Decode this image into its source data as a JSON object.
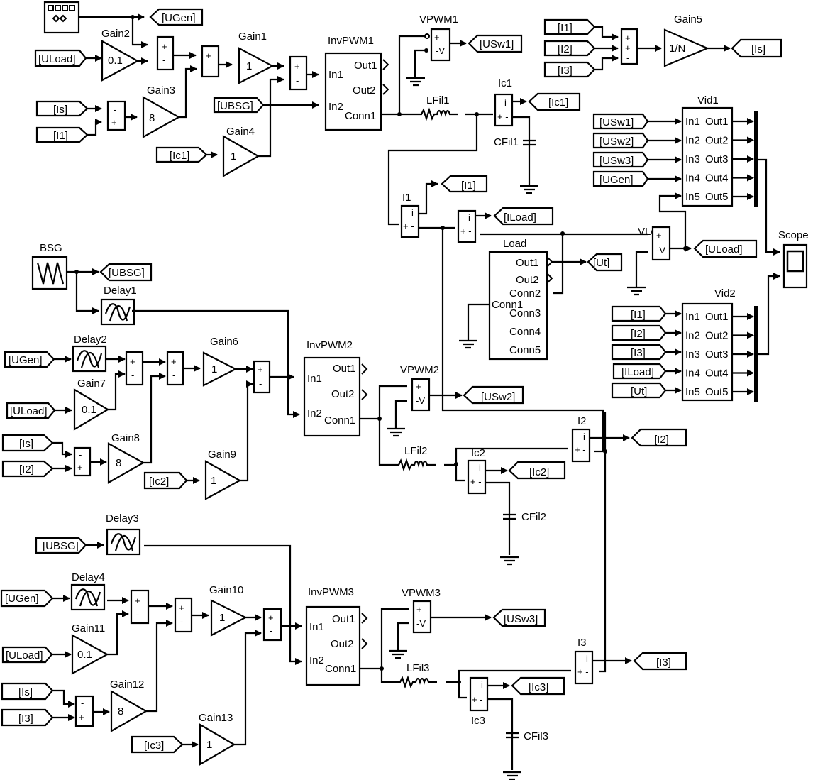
{
  "diagram": {
    "title": "Three-inverter parallel PWM Simulink model",
    "colors": {
      "ink": "#000000",
      "background": "#ffffff"
    }
  },
  "sources": {
    "ugen_block": {
      "name": "",
      "icon": "three-phase-generator-icon"
    },
    "bsg": {
      "name": "BSG",
      "icon": "sawtooth-wave-icon"
    }
  },
  "goto_tags": {
    "ugen": "[UGen]",
    "usw1": "[USw1]",
    "usw2": "[USw2]",
    "usw3": "[USw3]",
    "ic1": "[Ic1]",
    "ic2": "[Ic2]",
    "ic3": "[Ic3]",
    "i1": "[I1]",
    "i2": "[I2]",
    "i3": "[I3]",
    "is": "[Is]",
    "iload": "[ILoad]",
    "ut": "[Ut]",
    "uload": "[ULoad]",
    "ubsg": "[UBSG]"
  },
  "from_tags": {
    "uload": "[ULoad]",
    "is": "[Is]",
    "i1": "[I1]",
    "i2": "[I2]",
    "i3": "[I3]",
    "ic1": "[Ic1]",
    "ic2": "[Ic2]",
    "ic3": "[Ic3]",
    "ubsg": "[UBSG]",
    "ugen": "[UGen]",
    "usw1": "[USw1]",
    "usw2": "[USw2]",
    "usw3": "[USw3]",
    "iload": "[ILoad]",
    "ut": "[Ut]"
  },
  "gains": [
    {
      "name": "Gain1",
      "value": "1"
    },
    {
      "name": "Gain2",
      "value": "0.1"
    },
    {
      "name": "Gain3",
      "value": "8"
    },
    {
      "name": "Gain4",
      "value": "1"
    },
    {
      "name": "Gain5",
      "value": "1/N"
    },
    {
      "name": "Gain6",
      "value": "1"
    },
    {
      "name": "Gain7",
      "value": "0.1"
    },
    {
      "name": "Gain8",
      "value": "8"
    },
    {
      "name": "Gain9",
      "value": "1"
    },
    {
      "name": "Gain10",
      "value": "1"
    },
    {
      "name": "Gain11",
      "value": "0.1"
    },
    {
      "name": "Gain12",
      "value": "8"
    },
    {
      "name": "Gain13",
      "value": "1"
    }
  ],
  "delays": [
    "Delay1",
    "Delay2",
    "Delay3",
    "Delay4"
  ],
  "signs": {
    "plus": "+",
    "minus": "-"
  },
  "inverters": [
    {
      "name": "InvPWM1",
      "in1": "In1",
      "in2": "In2",
      "out1": "Out1",
      "out2": "Out2",
      "conn1": "Conn1"
    },
    {
      "name": "InvPWM2",
      "in1": "In1",
      "in2": "In2",
      "out1": "Out1",
      "out2": "Out2",
      "conn1": "Conn1"
    },
    {
      "name": "InvPWM3",
      "in1": "In1",
      "in2": "In2",
      "out1": "Out1",
      "out2": "Out2",
      "conn1": "Conn1"
    }
  ],
  "voltmeters": [
    {
      "name": "VPWM1",
      "plus": "+",
      "minus": "-V"
    },
    {
      "name": "VPWM2",
      "plus": "+",
      "minus": "-V"
    },
    {
      "name": "VPWM3",
      "plus": "+",
      "minus": "-V"
    },
    {
      "name": "VLoad",
      "plus": "+",
      "minus": "-V"
    }
  ],
  "ammeters": [
    {
      "name": "Ic1",
      "i": "i",
      "pm": "+ -"
    },
    {
      "name": "Ic2",
      "i": "i",
      "pm": "+ -"
    },
    {
      "name": "Ic3",
      "i": "i",
      "pm": "+ -"
    },
    {
      "name": "I1",
      "i": "i",
      "pm": "+ -"
    },
    {
      "name": "I2",
      "i": "i",
      "pm": "+ -"
    },
    {
      "name": "I3",
      "i": "i",
      "pm": "+ -"
    },
    {
      "name": "",
      "i": "i",
      "pm": "+ -"
    }
  ],
  "inductors": [
    "LFil1",
    "LFil2",
    "LFil3"
  ],
  "capacitors": [
    "CFil1",
    "CFil2",
    "CFil3"
  ],
  "load": {
    "name": "Load",
    "ports": [
      "Out1",
      "Out2",
      "Conn2",
      "Conn1",
      "Conn3",
      "Conn4",
      "Conn5"
    ]
  },
  "vid1": {
    "name": "Vid1",
    "inputs": [
      "In1",
      "In2",
      "In3",
      "In4",
      "In5"
    ],
    "outputs": [
      "Out1",
      "Out2",
      "Out3",
      "Out4",
      "Out5"
    ]
  },
  "vid2": {
    "name": "Vid2",
    "inputs": [
      "In1",
      "In2",
      "In3",
      "In4",
      "In5"
    ],
    "outputs": [
      "Out1",
      "Out2",
      "Out3",
      "Out4",
      "Out5"
    ]
  },
  "scope": {
    "name": "Scope"
  }
}
